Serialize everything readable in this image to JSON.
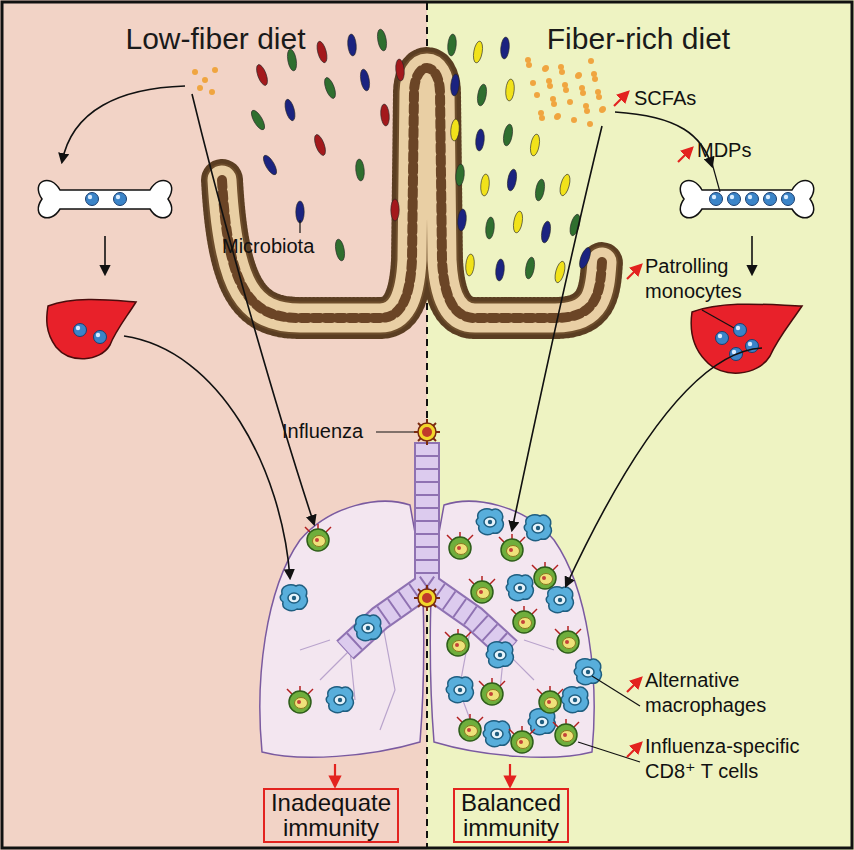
{
  "diagram": {
    "nodes": [
      {
        "text": [
          "Low-fiber diet"
        ]
      },
      {
        "text": [
          "Fiber-rich diet"
        ]
      },
      {
        "text": [
          "Inadequate immunity"
        ],
        "in": 0
      },
      {
        "text": [
          "Balanced immunity"
        ],
        "in": 1
      }
    ],
    "labels": [
      "Microbiota",
      "Influenza",
      "SCFAs",
      "MDPs",
      "Patrolling monocytes",
      "Alternative macrophages",
      "Influenza-specific CD8⁺ T cells"
    ]
  }
}
